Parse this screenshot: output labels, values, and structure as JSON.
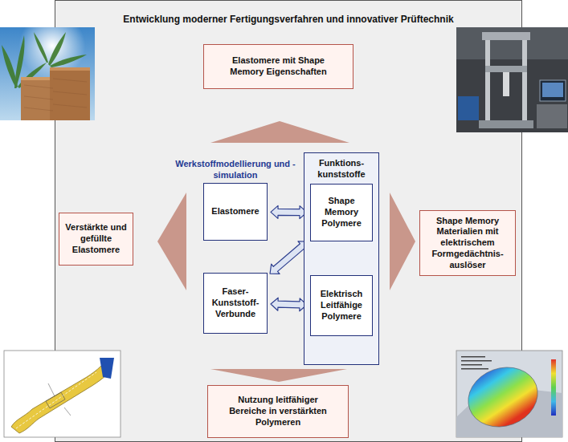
{
  "diagram": {
    "title": "Entwicklung moderner Fertigungsverfahren und innovativer Prüftechnik",
    "nodes": [
      {
        "text": [
          "Elastomere mit Shape Memory Eigenschaften"
        ]
      },
      {
        "text": [
          "Verstärkte und gefüllte Elastomere"
        ]
      },
      {
        "text": [
          "Elastomere"
        ]
      },
      {
        "text": [
          "Faser- Kunststoff- Verbunde"
        ]
      },
      {
        "text": [
          "Funktions- kunststoffe"
        ]
      },
      {
        "text": [
          "Shape Memory Polymere"
        ],
        "in": 4
      },
      {
        "text": [
          "Elektrisch Leitfähige Polymere"
        ],
        "in": 4
      },
      {
        "text": [
          "Shape Memory Materialien mit elektrischem Formgedächtnis- auslöser"
        ]
      },
      {
        "text": [
          "Nutzung leitfähiger Bereiche in verstärkten Polymeren"
        ]
      }
    ],
    "edges": [
      {
        "from": 2,
        "to": 5,
        "arrow": "both"
      },
      {
        "from": 3,
        "to": 5,
        "arrow": "both"
      },
      {
        "from": 5,
        "to": 6,
        "arrow": "both"
      },
      {
        "from": 3,
        "to": 6,
        "arrow": "both"
      }
    ],
    "labels": [
      "Werkstoffmodellierung und -simulation"
    ]
  }
}
